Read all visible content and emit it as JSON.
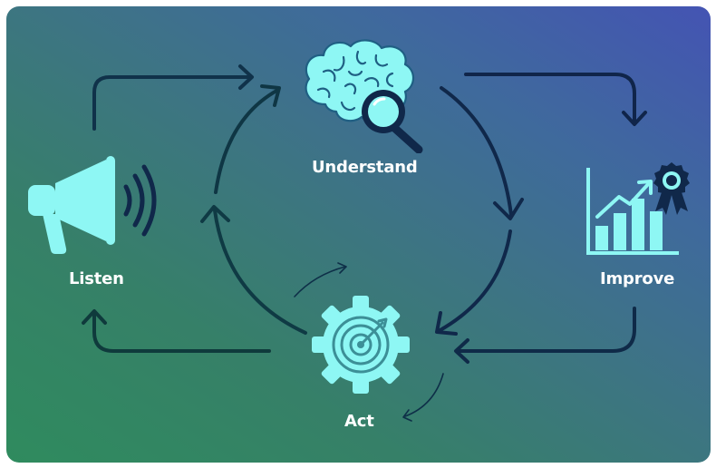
{
  "diagram": {
    "steps": [
      {
        "id": "understand",
        "label": "Understand",
        "icon": "brain-magnifier-icon"
      },
      {
        "id": "improve",
        "label": "Improve",
        "icon": "growth-chart-award-icon"
      },
      {
        "id": "act",
        "label": "Act",
        "icon": "gear-target-icon"
      },
      {
        "id": "listen",
        "label": "Listen",
        "icon": "megaphone-icon"
      }
    ],
    "colors": {
      "icon": "#8ef7f4",
      "arrow_dark": "#0f2a45",
      "label": "#ffffff"
    }
  }
}
